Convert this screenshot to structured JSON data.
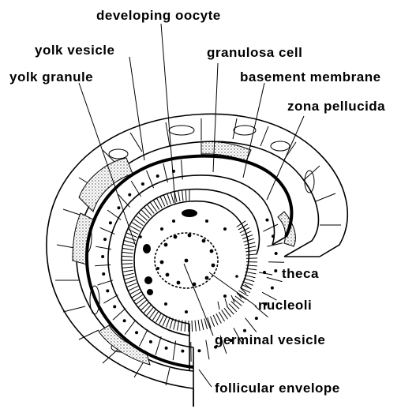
{
  "labels": {
    "developing_oocyte": "developing oocyte",
    "yolk_vesicle": "yolk vesicle",
    "granulosa_cell": "granulosa cell",
    "yolk_granule": "yolk granule",
    "basement_membrane": "basement membrane",
    "zona_pellucida": "zona pellucida",
    "theca": "theca",
    "nucleoli": "nucleoli",
    "germinal_vesicle": "germinal vesicle",
    "follicular_envelope": "follicular envelope"
  },
  "colors": {
    "ink": "#000000",
    "background": "#ffffff",
    "stipple": "#555555"
  }
}
